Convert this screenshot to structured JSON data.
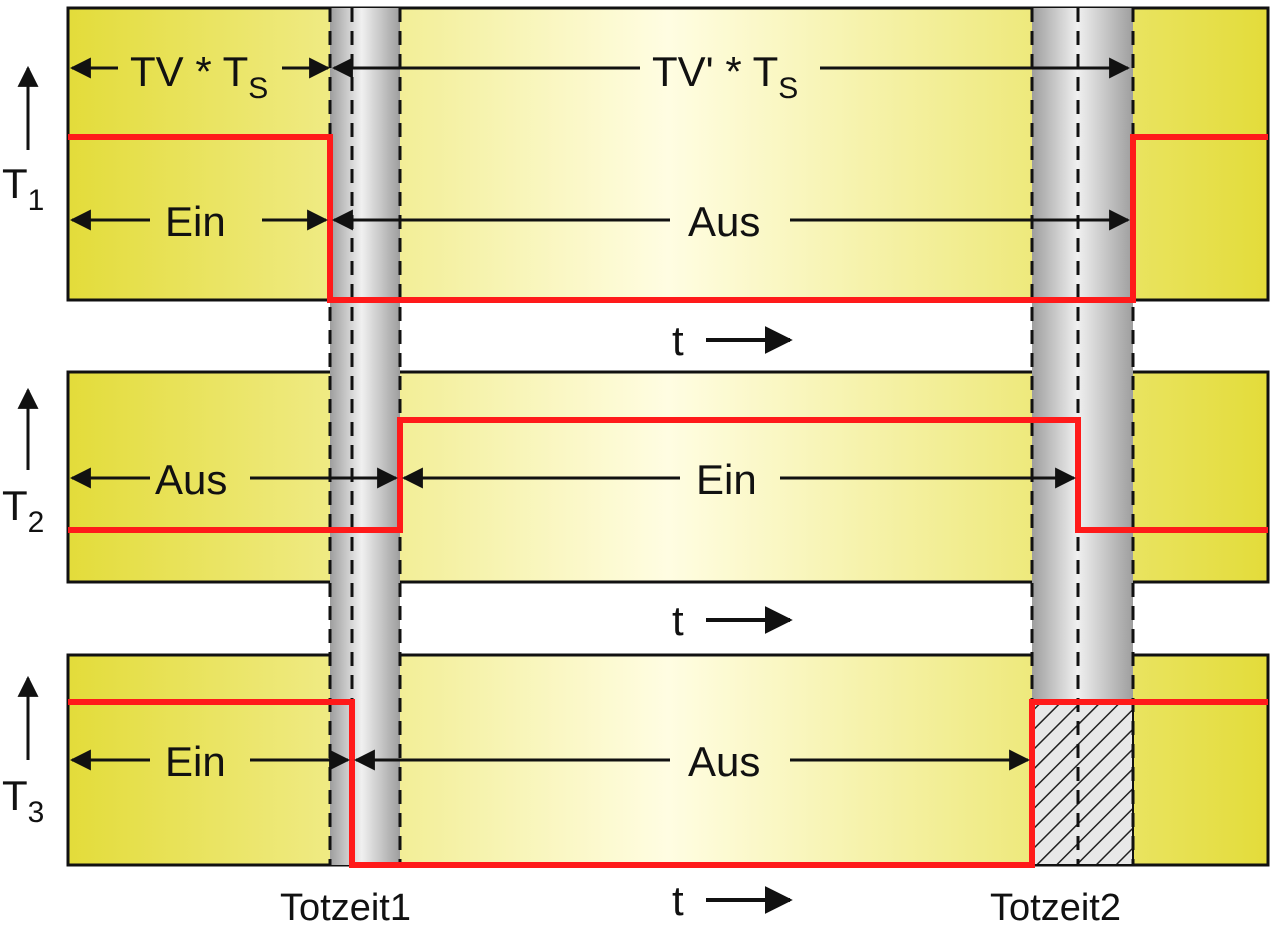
{
  "top_annotation": {
    "left": {
      "main": "TV * T",
      "sub": "S"
    },
    "right": {
      "main": "TV' * T",
      "sub": "S"
    }
  },
  "rows": [
    {
      "axis_main": "T",
      "axis_sub": "1",
      "left_state": "Ein",
      "right_state": "Aus",
      "time_label": "t"
    },
    {
      "axis_main": "T",
      "axis_sub": "2",
      "left_state": "Aus",
      "right_state": "Ein",
      "time_label": "t"
    },
    {
      "axis_main": "T",
      "axis_sub": "3",
      "left_state": "Ein",
      "right_state": "Aus",
      "time_label": "t"
    }
  ],
  "dead_times": [
    "Totzeit1",
    "Totzeit2"
  ],
  "colors": {
    "panel_edge": "#e5e04a",
    "panel_center": "#fffde0",
    "deadband": "#b8b8b8",
    "signal": "#ff1a1a",
    "outline": "#111111"
  }
}
